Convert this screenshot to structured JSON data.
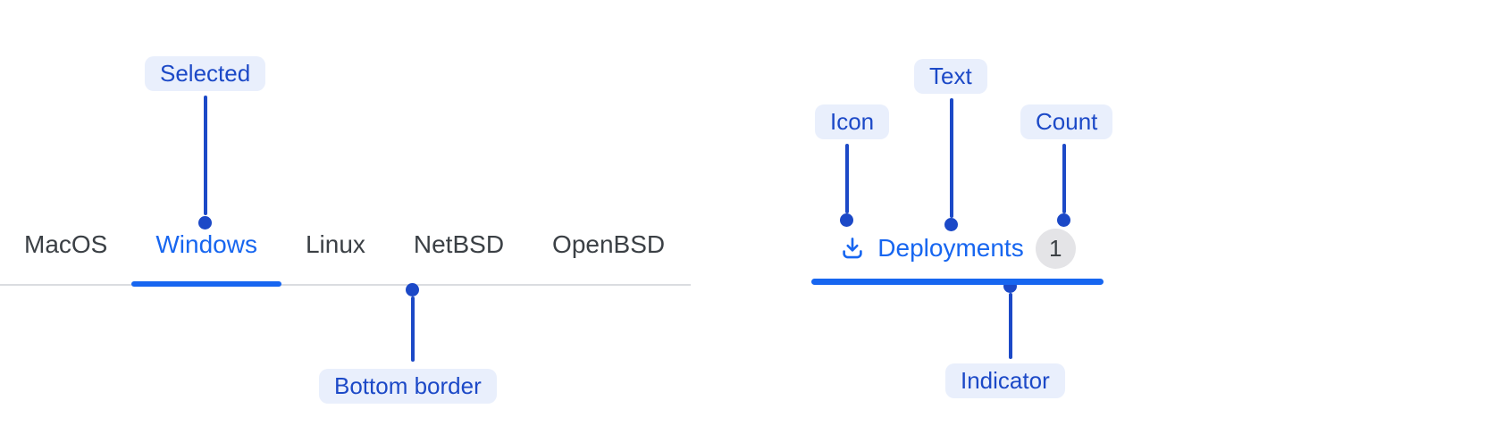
{
  "left_tabs": {
    "items": [
      {
        "label": "MacOS",
        "selected": false
      },
      {
        "label": "Windows",
        "selected": true
      },
      {
        "label": "Linux",
        "selected": false
      },
      {
        "label": "NetBSD",
        "selected": false
      },
      {
        "label": "OpenBSD",
        "selected": false
      }
    ]
  },
  "right_tab": {
    "icon": "download-icon",
    "label": "Deployments",
    "count": "1",
    "selected": true
  },
  "annotations": {
    "selected_label": "Selected",
    "bottom_border_label": "Bottom border",
    "icon_label": "Icon",
    "text_label": "Text",
    "count_label": "Count",
    "indicator_label": "Indicator"
  },
  "colors": {
    "accent": "#1766f0",
    "annotation_text": "#1c49c7",
    "annotation_bg": "#e9effc",
    "tab_text": "#3b4045",
    "divider": "#dadce0",
    "badge_bg": "#e4e4e7"
  }
}
